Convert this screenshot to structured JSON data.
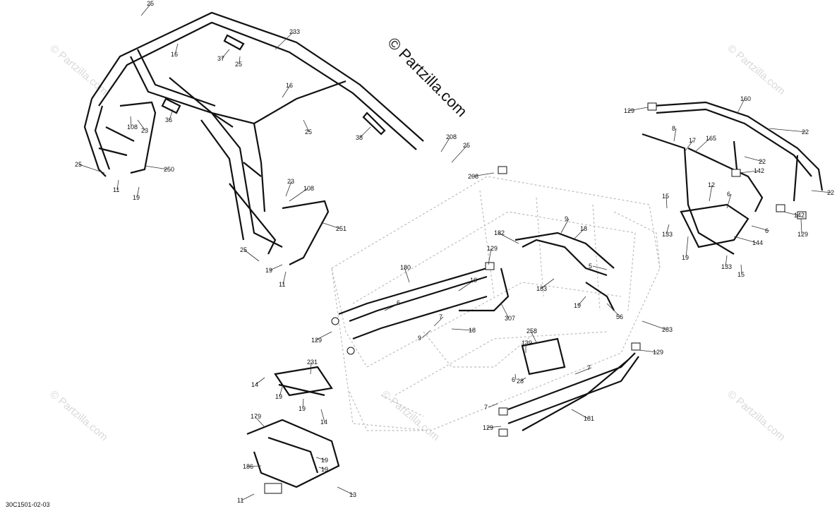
{
  "copyright": "© Partzilla.com",
  "watermark": "© Partzilla.com",
  "reference_code": "30C1501-02-03",
  "callouts": [
    {
      "id": "c25a",
      "text": "25"
    },
    {
      "id": "c16a",
      "text": "16"
    },
    {
      "id": "c37",
      "text": "37"
    },
    {
      "id": "c25b",
      "text": "25"
    },
    {
      "id": "c233",
      "text": "233"
    },
    {
      "id": "c16b",
      "text": "16"
    },
    {
      "id": "c25c",
      "text": "25"
    },
    {
      "id": "c36",
      "text": "36"
    },
    {
      "id": "c108a",
      "text": "108"
    },
    {
      "id": "c23a",
      "text": "23"
    },
    {
      "id": "c38",
      "text": "38"
    },
    {
      "id": "c208a",
      "text": "208"
    },
    {
      "id": "c25d",
      "text": "25"
    },
    {
      "id": "c25e",
      "text": "25"
    },
    {
      "id": "c250",
      "text": "250"
    },
    {
      "id": "c11a",
      "text": "11"
    },
    {
      "id": "c19a",
      "text": "19"
    },
    {
      "id": "c23b",
      "text": "23"
    },
    {
      "id": "c108b",
      "text": "108"
    },
    {
      "id": "c251",
      "text": "251"
    },
    {
      "id": "c25f",
      "text": "25"
    },
    {
      "id": "c19b",
      "text": "19"
    },
    {
      "id": "c11b",
      "text": "11"
    },
    {
      "id": "c208b",
      "text": "208"
    },
    {
      "id": "c129a",
      "text": "129"
    },
    {
      "id": "c160",
      "text": "160"
    },
    {
      "id": "c8a",
      "text": "8"
    },
    {
      "id": "c17",
      "text": "17"
    },
    {
      "id": "c165",
      "text": "165"
    },
    {
      "id": "c22a",
      "text": "22"
    },
    {
      "id": "c22b",
      "text": "22"
    },
    {
      "id": "c142a",
      "text": "142"
    },
    {
      "id": "c12",
      "text": "12"
    },
    {
      "id": "c6a",
      "text": "6"
    },
    {
      "id": "c22c",
      "text": "22"
    },
    {
      "id": "c15a",
      "text": "15"
    },
    {
      "id": "c142b",
      "text": "142"
    },
    {
      "id": "c133a",
      "text": "133"
    },
    {
      "id": "c19c",
      "text": "19"
    },
    {
      "id": "c6b",
      "text": "6"
    },
    {
      "id": "c129b",
      "text": "129"
    },
    {
      "id": "c144",
      "text": "144"
    },
    {
      "id": "c133b",
      "text": "133"
    },
    {
      "id": "c15b",
      "text": "15"
    },
    {
      "id": "c9a",
      "text": "9"
    },
    {
      "id": "c18a",
      "text": "18"
    },
    {
      "id": "c182",
      "text": "182"
    },
    {
      "id": "c129c",
      "text": "129"
    },
    {
      "id": "c5",
      "text": "5"
    },
    {
      "id": "c183",
      "text": "183"
    },
    {
      "id": "c180",
      "text": "180"
    },
    {
      "id": "c10",
      "text": "10"
    },
    {
      "id": "c19d",
      "text": "19"
    },
    {
      "id": "c56",
      "text": "56"
    },
    {
      "id": "c6c",
      "text": "6"
    },
    {
      "id": "c7a",
      "text": "7"
    },
    {
      "id": "c307",
      "text": "307"
    },
    {
      "id": "c9b",
      "text": "9"
    },
    {
      "id": "c18b",
      "text": "18"
    },
    {
      "id": "c129d",
      "text": "129"
    },
    {
      "id": "c283",
      "text": "283"
    },
    {
      "id": "c258",
      "text": "258"
    },
    {
      "id": "c139",
      "text": "139"
    },
    {
      "id": "c129e",
      "text": "129"
    },
    {
      "id": "c231",
      "text": "231"
    },
    {
      "id": "c7b",
      "text": "7"
    },
    {
      "id": "c14a",
      "text": "14"
    },
    {
      "id": "c28",
      "text": "28"
    },
    {
      "id": "c6d",
      "text": "6"
    },
    {
      "id": "c19e",
      "text": "19"
    },
    {
      "id": "c19f",
      "text": "19"
    },
    {
      "id": "c7c",
      "text": "7"
    },
    {
      "id": "c14b",
      "text": "14"
    },
    {
      "id": "c181",
      "text": "181"
    },
    {
      "id": "c179",
      "text": "179"
    },
    {
      "id": "c129f",
      "text": "129"
    },
    {
      "id": "c186",
      "text": "186"
    },
    {
      "id": "c19g",
      "text": "19"
    },
    {
      "id": "c19h",
      "text": "19"
    },
    {
      "id": "c11c",
      "text": "11"
    },
    {
      "id": "c13",
      "text": "13"
    }
  ]
}
